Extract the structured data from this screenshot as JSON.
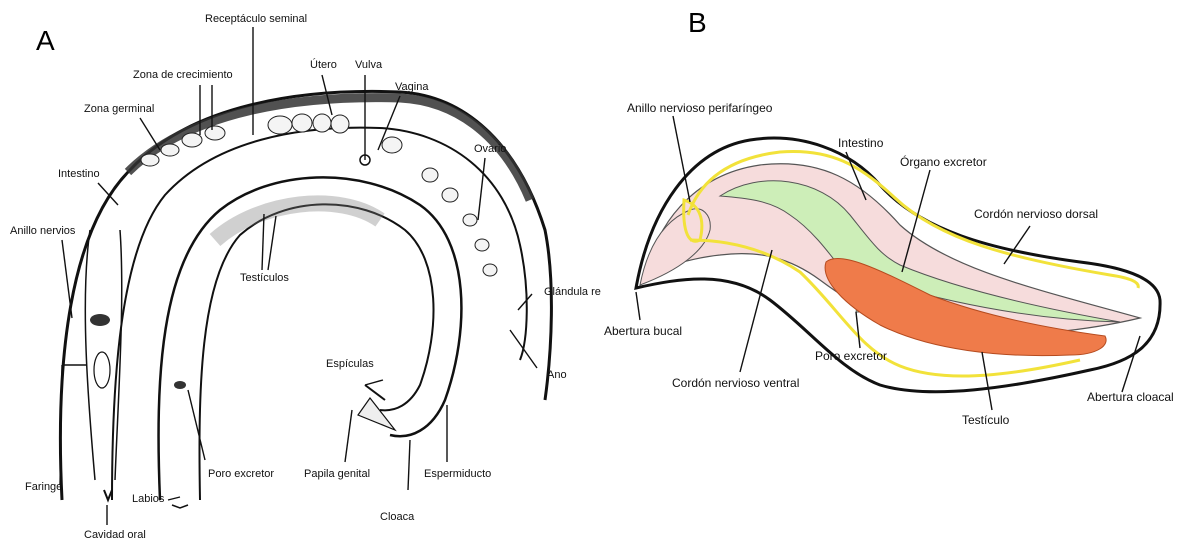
{
  "panels": {
    "a": {
      "letter": "A",
      "labels": {
        "receptaculo": "Receptáculo seminal",
        "zona_crecimiento": "Zona de crecimiento",
        "utero": "Útero",
        "vulva": "Vulva",
        "vagina": "Vagina",
        "zona_germinal": "Zona germinal",
        "ovario": "Ovario",
        "intestino": "Intestino",
        "anillo": "Anillo nervios",
        "glandula": "Glándula re",
        "testiculos": "Testículos",
        "ano": "Ano",
        "espiculas": "Espículas",
        "faringe": "Faringe",
        "labios": "Labios",
        "poro": "Poro excretor",
        "papila": "Papila genital",
        "espermiducto": "Espermiducto",
        "cloaca": "Cloaca",
        "cavidad": "Cavidad oral"
      }
    },
    "b": {
      "letter": "B",
      "labels": {
        "anillo": "Anillo nervioso perifaríngeo",
        "intestino": "Intestino",
        "organo": "Órgano excretor",
        "cordon_dorsal": "Cordón nervioso dorsal",
        "abertura_bucal": "Abertura bucal",
        "poro": "Poro excretor",
        "cordon_ventral": "Cordón nervioso ventral",
        "abertura_cloacal": "Abertura cloacal",
        "testiculo": "Testículo"
      }
    }
  }
}
